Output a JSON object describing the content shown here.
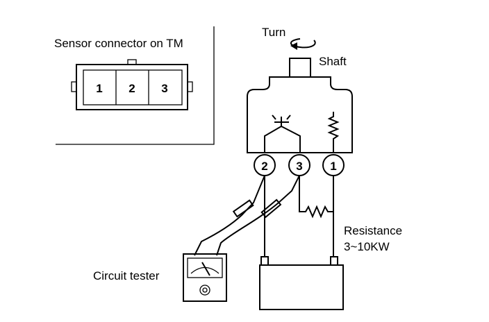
{
  "connector": {
    "caption": "Sensor connector on TM",
    "pins": [
      "1",
      "2",
      "3"
    ]
  },
  "sensor": {
    "turn_label": "Turn",
    "shaft_label": "Shaft",
    "terminals": [
      "2",
      "3",
      "1"
    ]
  },
  "tester": {
    "label": "Circuit tester"
  },
  "resistance": {
    "line1": "Resistance",
    "line2": "3~10KW"
  }
}
